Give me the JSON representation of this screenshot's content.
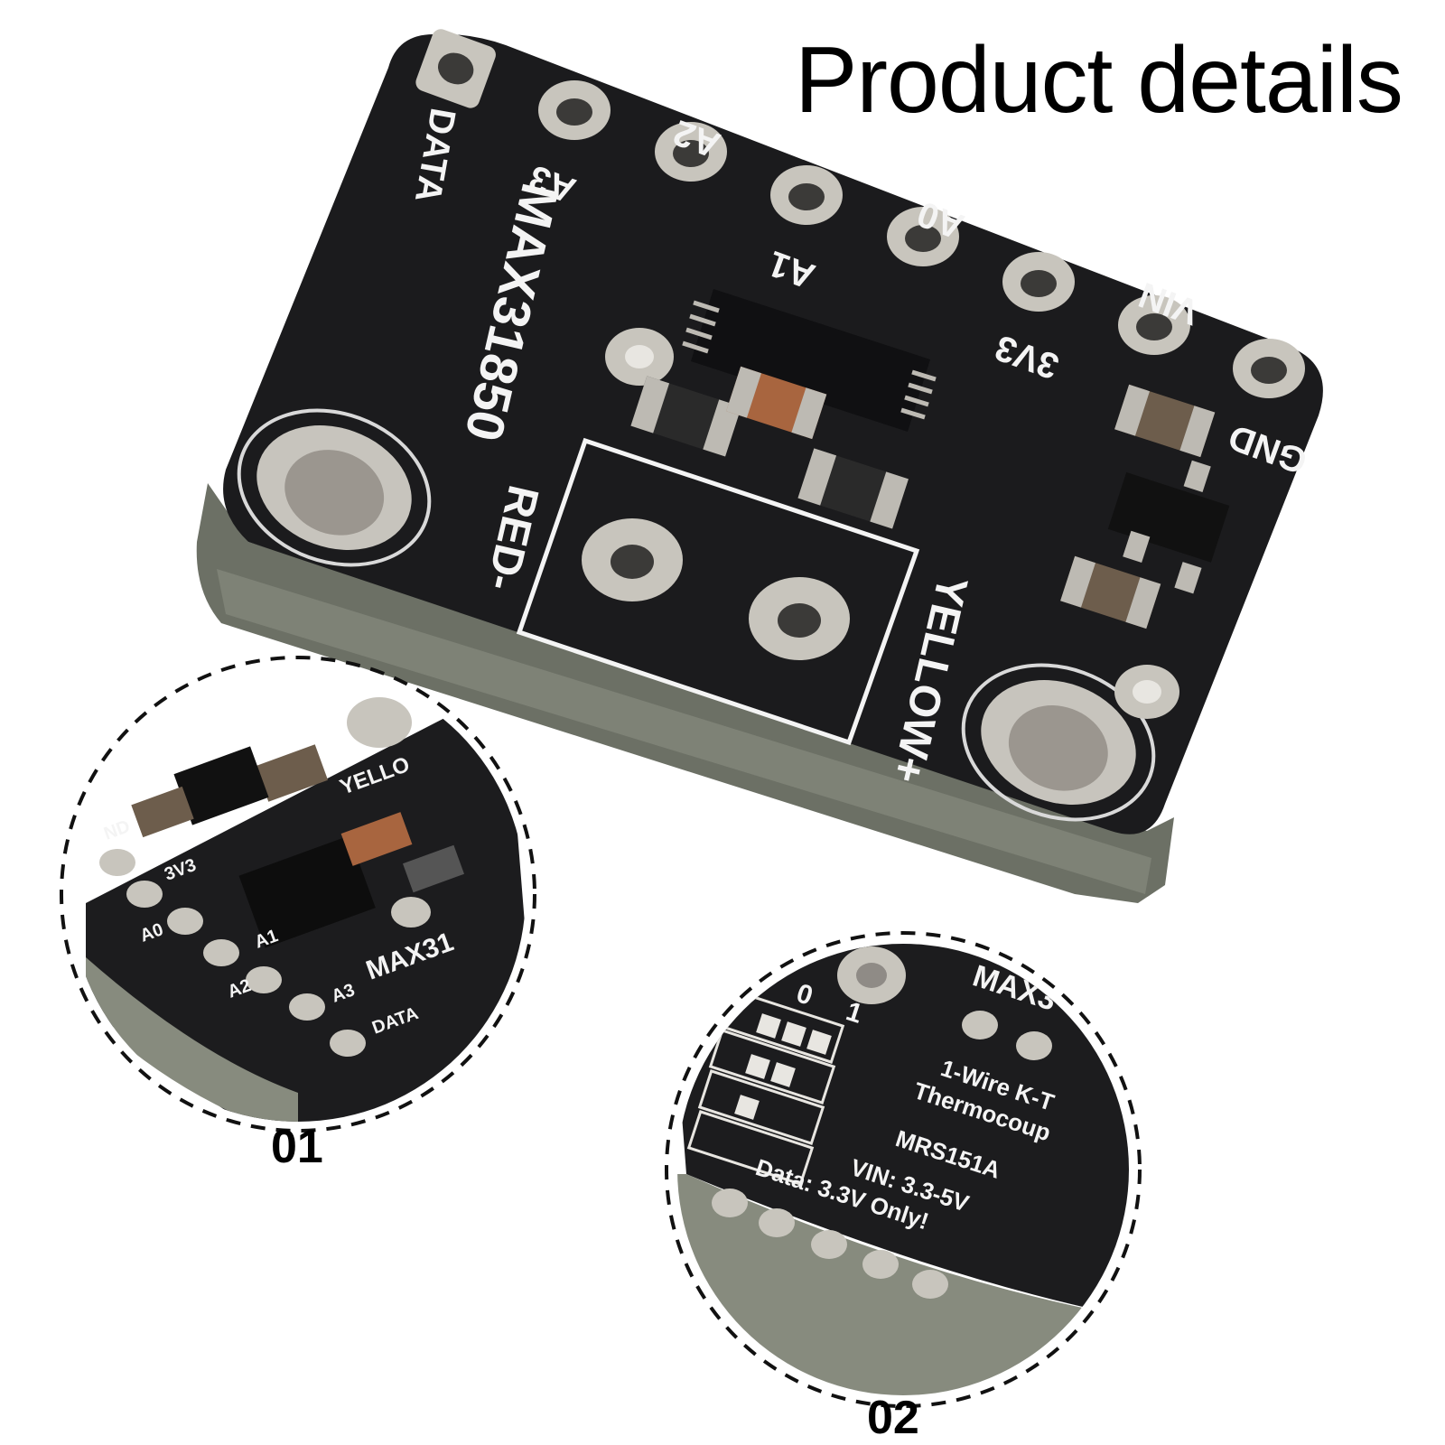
{
  "header": {
    "title": "Product details"
  },
  "board": {
    "chip_label": "MAX31850",
    "pins": [
      "DATA",
      "A3",
      "A2",
      "A1",
      "A0",
      "3V3",
      "VIN",
      "GND"
    ],
    "terminal_labels": {
      "left": "RED-",
      "right": "YELLOW+"
    }
  },
  "detail_1": {
    "number": "01",
    "visible_text": [
      "YELLO",
      "ND",
      "3V3",
      "A0",
      "A1",
      "A2",
      "A3",
      "DATA",
      "MAX31"
    ]
  },
  "detail_2": {
    "number": "02",
    "visible_text": [
      "0",
      "1",
      "MAX3",
      "1-Wire K-T",
      "Thermocoup",
      "MRS151A",
      "VIN: 3.3-5V",
      "Data: 3.3V Only!"
    ]
  },
  "colors": {
    "pcb": "#1b1b1d",
    "edge": "#6e7268",
    "silkscreen": "#f4f4f4",
    "pad": "#b9b5ac"
  }
}
